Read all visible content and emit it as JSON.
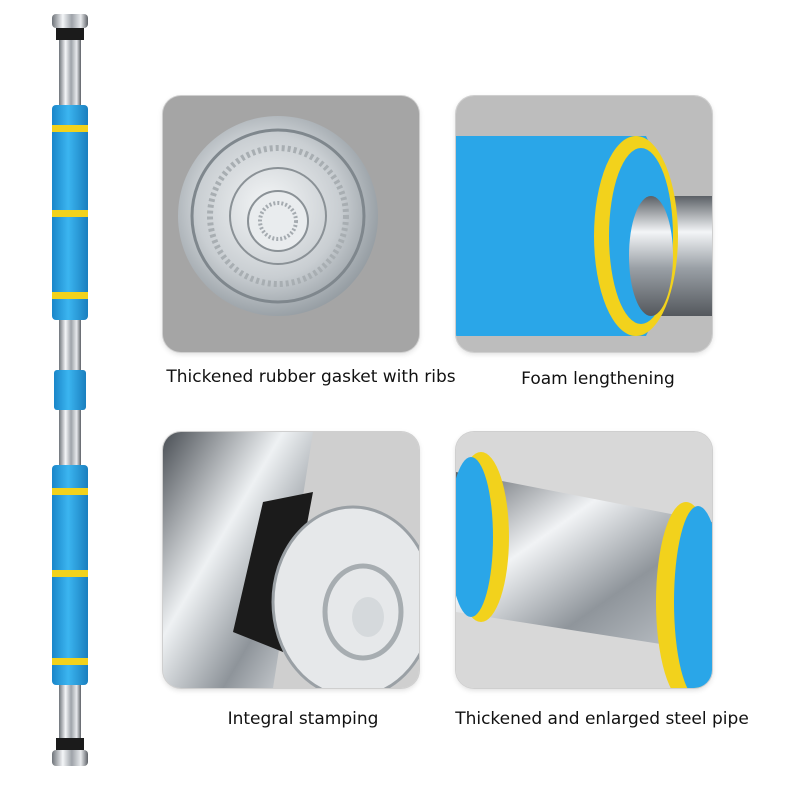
{
  "colors": {
    "foam_blue": "#2aa6e8",
    "foam_yellow": "#f2d21c",
    "steel": "#c8ccd2",
    "caption_text": "#111111"
  },
  "panels": [
    {
      "id": "gasket",
      "caption": "Thickened rubber gasket with ribs"
    },
    {
      "id": "foam",
      "caption": "Foam lengthening"
    },
    {
      "id": "stamping",
      "caption": "Integral stamping"
    },
    {
      "id": "pipe",
      "caption": "Thickened and enlarged steel pipe"
    }
  ]
}
